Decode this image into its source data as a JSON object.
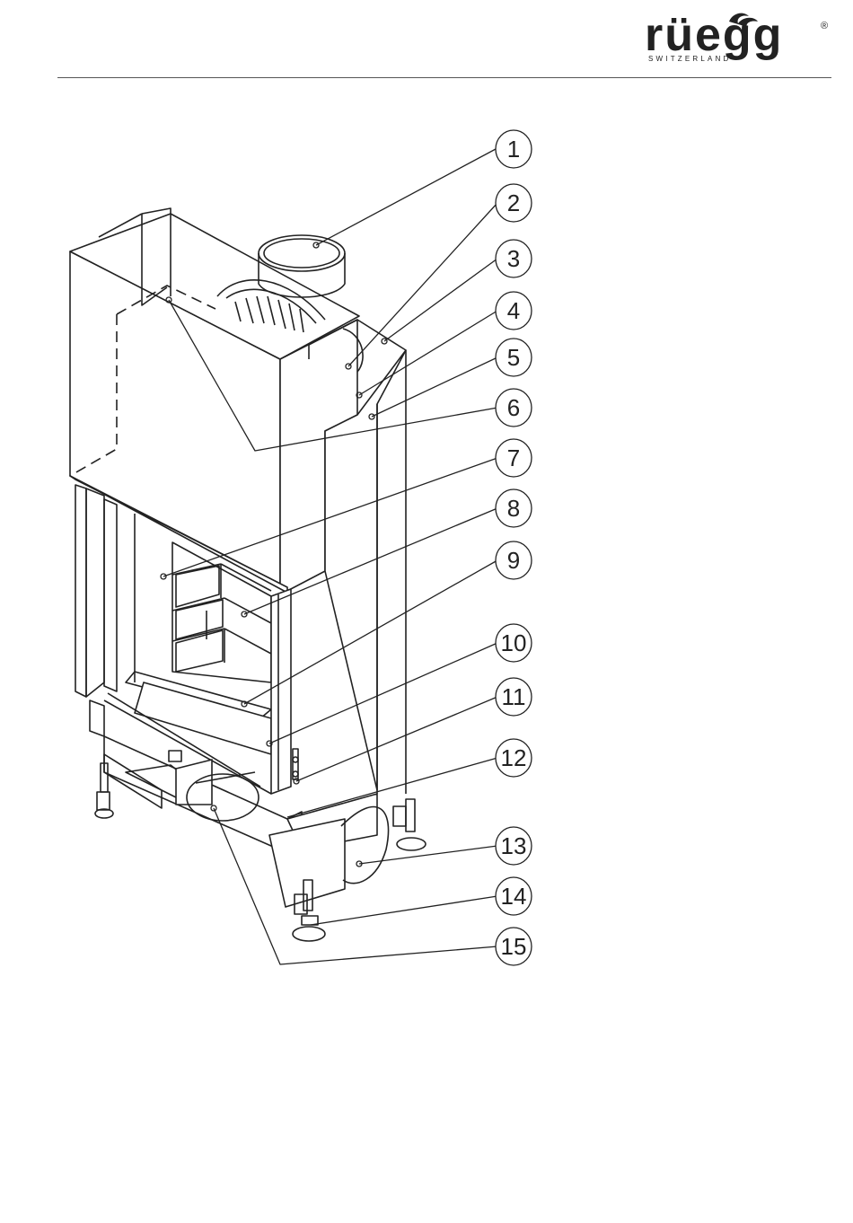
{
  "brand": {
    "name": "rüegg",
    "tagline": "SWITZERLAND",
    "registered": "®"
  },
  "callouts": [
    "1",
    "2",
    "3",
    "4",
    "5",
    "6",
    "7",
    "8",
    "9",
    "10",
    "11",
    "12",
    "13",
    "14",
    "15"
  ],
  "colors": {
    "line": "#222222",
    "paper": "#ffffff"
  }
}
